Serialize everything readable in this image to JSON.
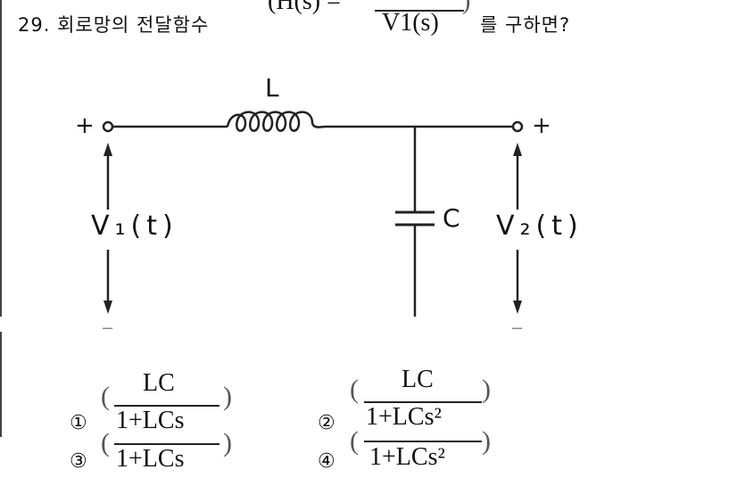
{
  "question": {
    "number_text": "29. 회로망의 전달함수",
    "formula_lhs": "(H(s) =",
    "formula_denominator": "V1(s)",
    "formula_close": ")",
    "suffix": "를 구하면?"
  },
  "circuit": {
    "inductor_label": "L",
    "capacitor_label": "C",
    "input_label": "V₁(t)",
    "output_label": "V₂(t)",
    "plus_sign": "+",
    "minus_sign": "−"
  },
  "options": [
    {
      "marker": "①",
      "numerator": "LC",
      "denominator": "1+LCs"
    },
    {
      "marker": "②",
      "numerator": "LC",
      "denominator": "1+LCs²"
    },
    {
      "marker": "③",
      "numerator": "",
      "denominator": "1+LCs"
    },
    {
      "marker": "④",
      "numerator": "",
      "denominator": "1+LCs²"
    }
  ]
}
